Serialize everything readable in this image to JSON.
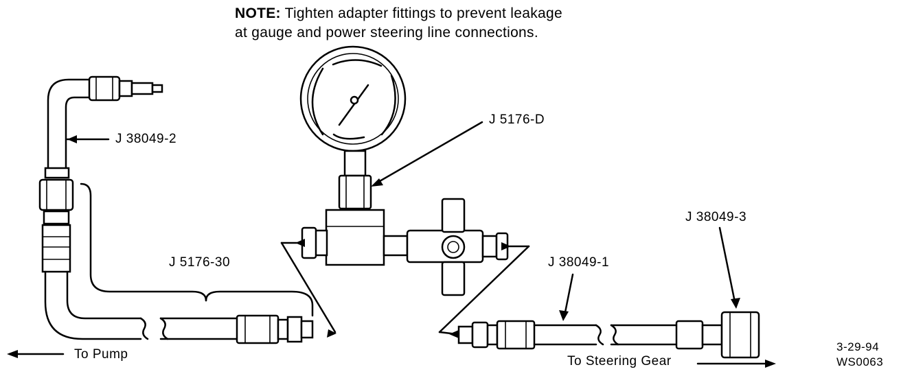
{
  "note": {
    "prefix": "NOTE:",
    "line1": "Tighten adapter fittings to prevent leakage",
    "line2": "at gauge and power steering line connections."
  },
  "labels": {
    "j38049_2": "J 38049-2",
    "j5176_d": "J 5176-D",
    "j5176_30": "J 5176-30",
    "j38049_3": "J 38049-3",
    "j38049_1": "J 38049-1",
    "to_pump": "To Pump",
    "to_steering_gear": "To Steering Gear",
    "date": "3-29-94",
    "code": "WS0063"
  }
}
